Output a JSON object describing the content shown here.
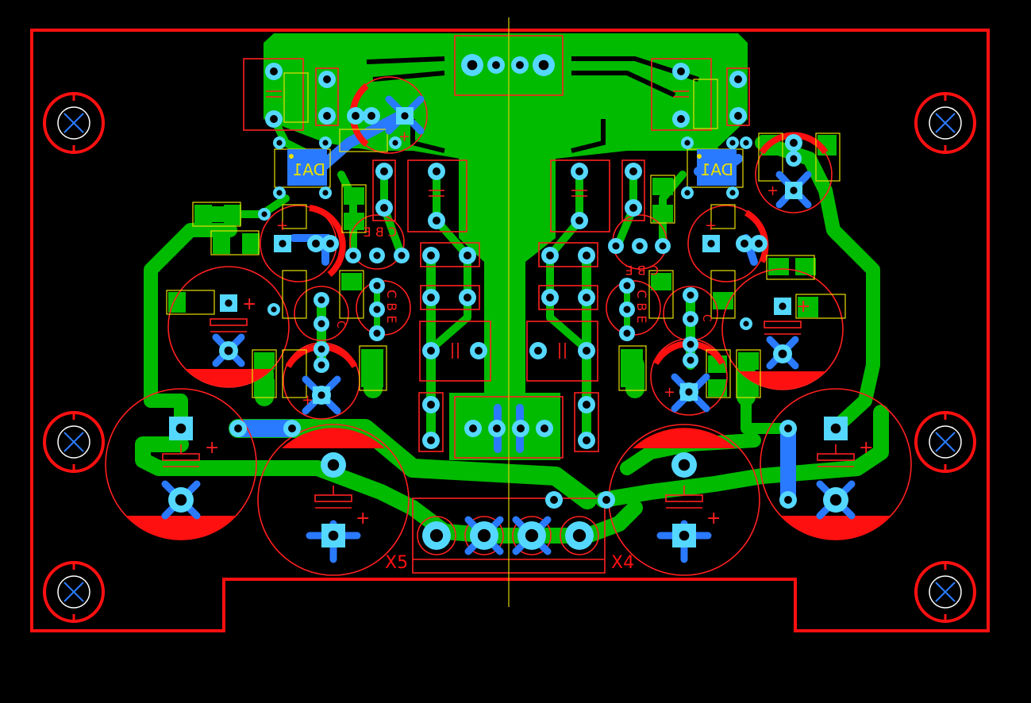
{
  "colors": {
    "background": "#000000",
    "outline": "#ff1010",
    "copper_top": "#00bb00",
    "copper_bottom": "#2a7aff",
    "pad": "#55d8ff",
    "hole": "#000000",
    "silkscreen_yellow": "#e8e000",
    "silkscreen_red": "#ff2020",
    "center_line": "#d8d000"
  },
  "designators": {
    "da1_left": "DA1",
    "da1_right": "DA1",
    "x5": "X5",
    "x4": "X4"
  },
  "transistor_pins": {
    "left_upper": "C B E",
    "left_lower": "C B E",
    "right_upper": "C B E",
    "right_lower": "C B E",
    "left_c": "C",
    "right_c": "C"
  },
  "polarity_mark": "+",
  "icons": {
    "mount_hole": "crossed-circle-icon",
    "pad": "round-pad-icon",
    "square_pad": "square-pad-icon"
  }
}
